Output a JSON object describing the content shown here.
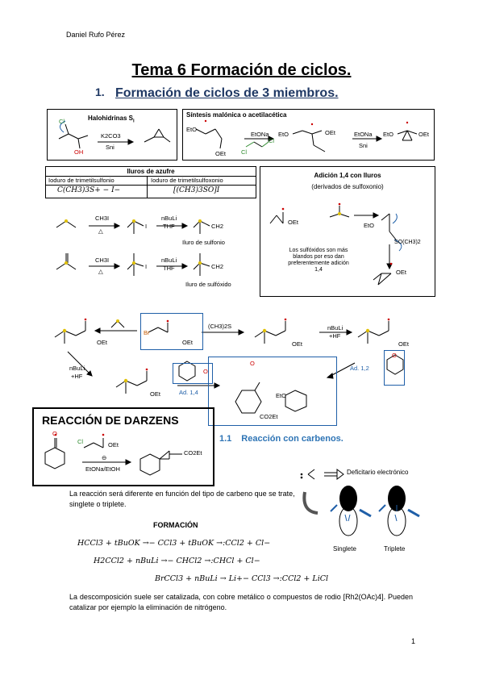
{
  "author": "Daniel Rufo Pérez",
  "title": "Tema 6 Formación de ciclos.",
  "section": {
    "number": "1.",
    "title": "Formación de ciclos de 3 miembros."
  },
  "halohidrinas": {
    "title": "Halohidrinas S",
    "sub": "i",
    "cl": "Cl",
    "oh": "OH",
    "reagent1": "K2CO3",
    "reagent2": "Sni"
  },
  "malonica": {
    "title": "Síntesis malónica o acetilacética",
    "eto1": "EtO",
    "oet1": "OEt",
    "reagent_a": "EtONa",
    "cl1": "Cl",
    "cl2": "Cl",
    "eto2": "EtO",
    "oet2": "OEt",
    "reagent_b1": "EtONa",
    "reagent_b2": "Sni",
    "eto3": "EtO",
    "oet3": "OEt"
  },
  "iluros_table": {
    "title": "Iluros de azufre",
    "col1": "Ioduro de trimetilsulfonio",
    "col2": "Ioduro de trimetilsulfoxonio",
    "f1": "C(CH3)3S+ − I−",
    "f2": "[(CH3)3SO]I"
  },
  "iluro_rxn": {
    "ch3i": "CH3I",
    "nbuli": "nBuLi",
    "thf": "THF",
    "i": "I",
    "ch2": "CH2",
    "label_sulfonio": "Iluro de sulfonio",
    "label_sulfoxido": "Iluro de sulfóxido",
    "delta": "△"
  },
  "adicion": {
    "title": "Adición 1,4 con Iluros",
    "subtitle": "(derivados de sulfoxonio)",
    "oet": "OEt",
    "eto": "EtO",
    "so": "SO(CH3)2",
    "oet2": "OEt",
    "note": "Los sulfóxidos son más blandos por eso dan preferentemente adición 1,4"
  },
  "scheme": {
    "oet1": "OEt",
    "br": "Br",
    "oet_box": "OEt",
    "reagent": "(CH3)2S",
    "oet2": "OEt",
    "nbuli1": "nBuLi",
    "hf1": "+HF",
    "oet3": "OEt",
    "nbuli2": "nBuLi",
    "hf2": "+HF",
    "oet4": "OEt",
    "ad14": "Ad. 1,4",
    "ad12": "Ad. 1,2",
    "co2et": "CO2Et",
    "eto": "EtO",
    "o1": "O",
    "o2": "O",
    "o3": "O"
  },
  "darzens": {
    "title": "REACCIÓN DE DARZENS",
    "cl": "Cl",
    "oet": "OEt",
    "reagent": "EtONa/EtOH",
    "co2et": "CO2Et",
    "o": "O",
    "minus": "⊖"
  },
  "carbene_heading": {
    "number": "1.1",
    "title": "Reacción con carbenos."
  },
  "carbene_fig": {
    "label": "Deficitario electrónico",
    "singlete": "Singlete",
    "triplete": "Triplete"
  },
  "para1": "La reacción será diferente en función del tipo de carbeno que se trate, singlete o triplete.",
  "formacion": "FORMACIÓN",
  "eqs": [
    "HCCl3 + tBuOK →− CCl3 + tBuOK →:CCl2 + Cl−",
    "H2CCl2 + nBuLi →− CHCl2 →:CHCl + Cl−",
    "BrCCl3 + nBuLi → Li+− CCl3 →:CCl2 + LiCl"
  ],
  "para2": "La descomposición suele ser catalizada, con cobre metálico o compuestos de rodio [Rh2(OAc)4]. Pueden catalizar por ejemplo la eliminación de nitrógeno.",
  "page_number": "1"
}
